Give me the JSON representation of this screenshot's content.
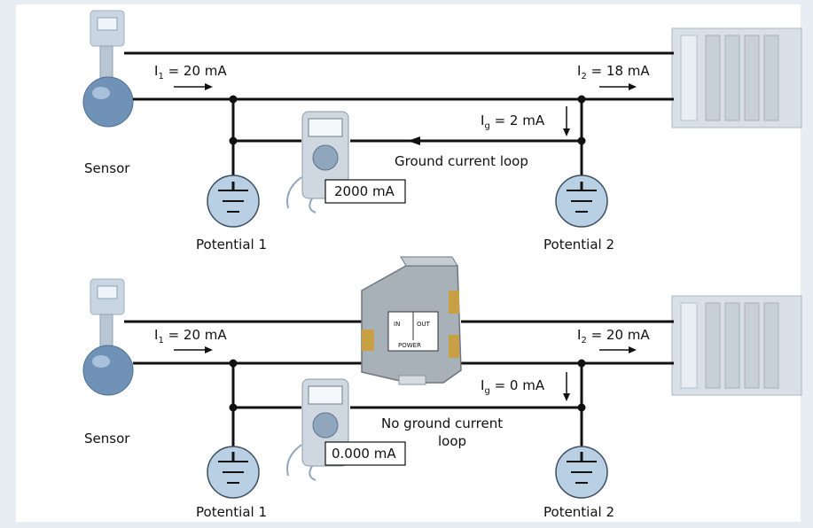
{
  "top": {
    "i1": {
      "symbol": "I",
      "sub": "1",
      "value": " = 20 mA"
    },
    "i2": {
      "symbol": "I",
      "sub": "2",
      "value": " = 18 mA"
    },
    "ig": {
      "symbol": "I",
      "sub": "g",
      "value": " = 2 mA"
    },
    "sensor_label": "Sensor",
    "meter_reading": "2000 mA",
    "loop_label": "Ground current loop",
    "potential1": "Potential 1",
    "potential2": "Potential 2"
  },
  "bottom": {
    "i1": {
      "symbol": "I",
      "sub": "1",
      "value": " = 20 mA"
    },
    "i2": {
      "symbol": "I",
      "sub": "2",
      "value": " = 20 mA"
    },
    "ig": {
      "symbol": "I",
      "sub": "g",
      "value": " = 0 mA"
    },
    "sensor_label": "Sensor",
    "meter_reading": "0.000 mA",
    "loop_label_line1": "No ground current",
    "loop_label_line2": "loop",
    "potential1": "Potential 1",
    "potential2": "Potential 2",
    "isolator": {
      "in_label": "IN",
      "out_label": "OUT",
      "power_label": "POWER"
    }
  }
}
